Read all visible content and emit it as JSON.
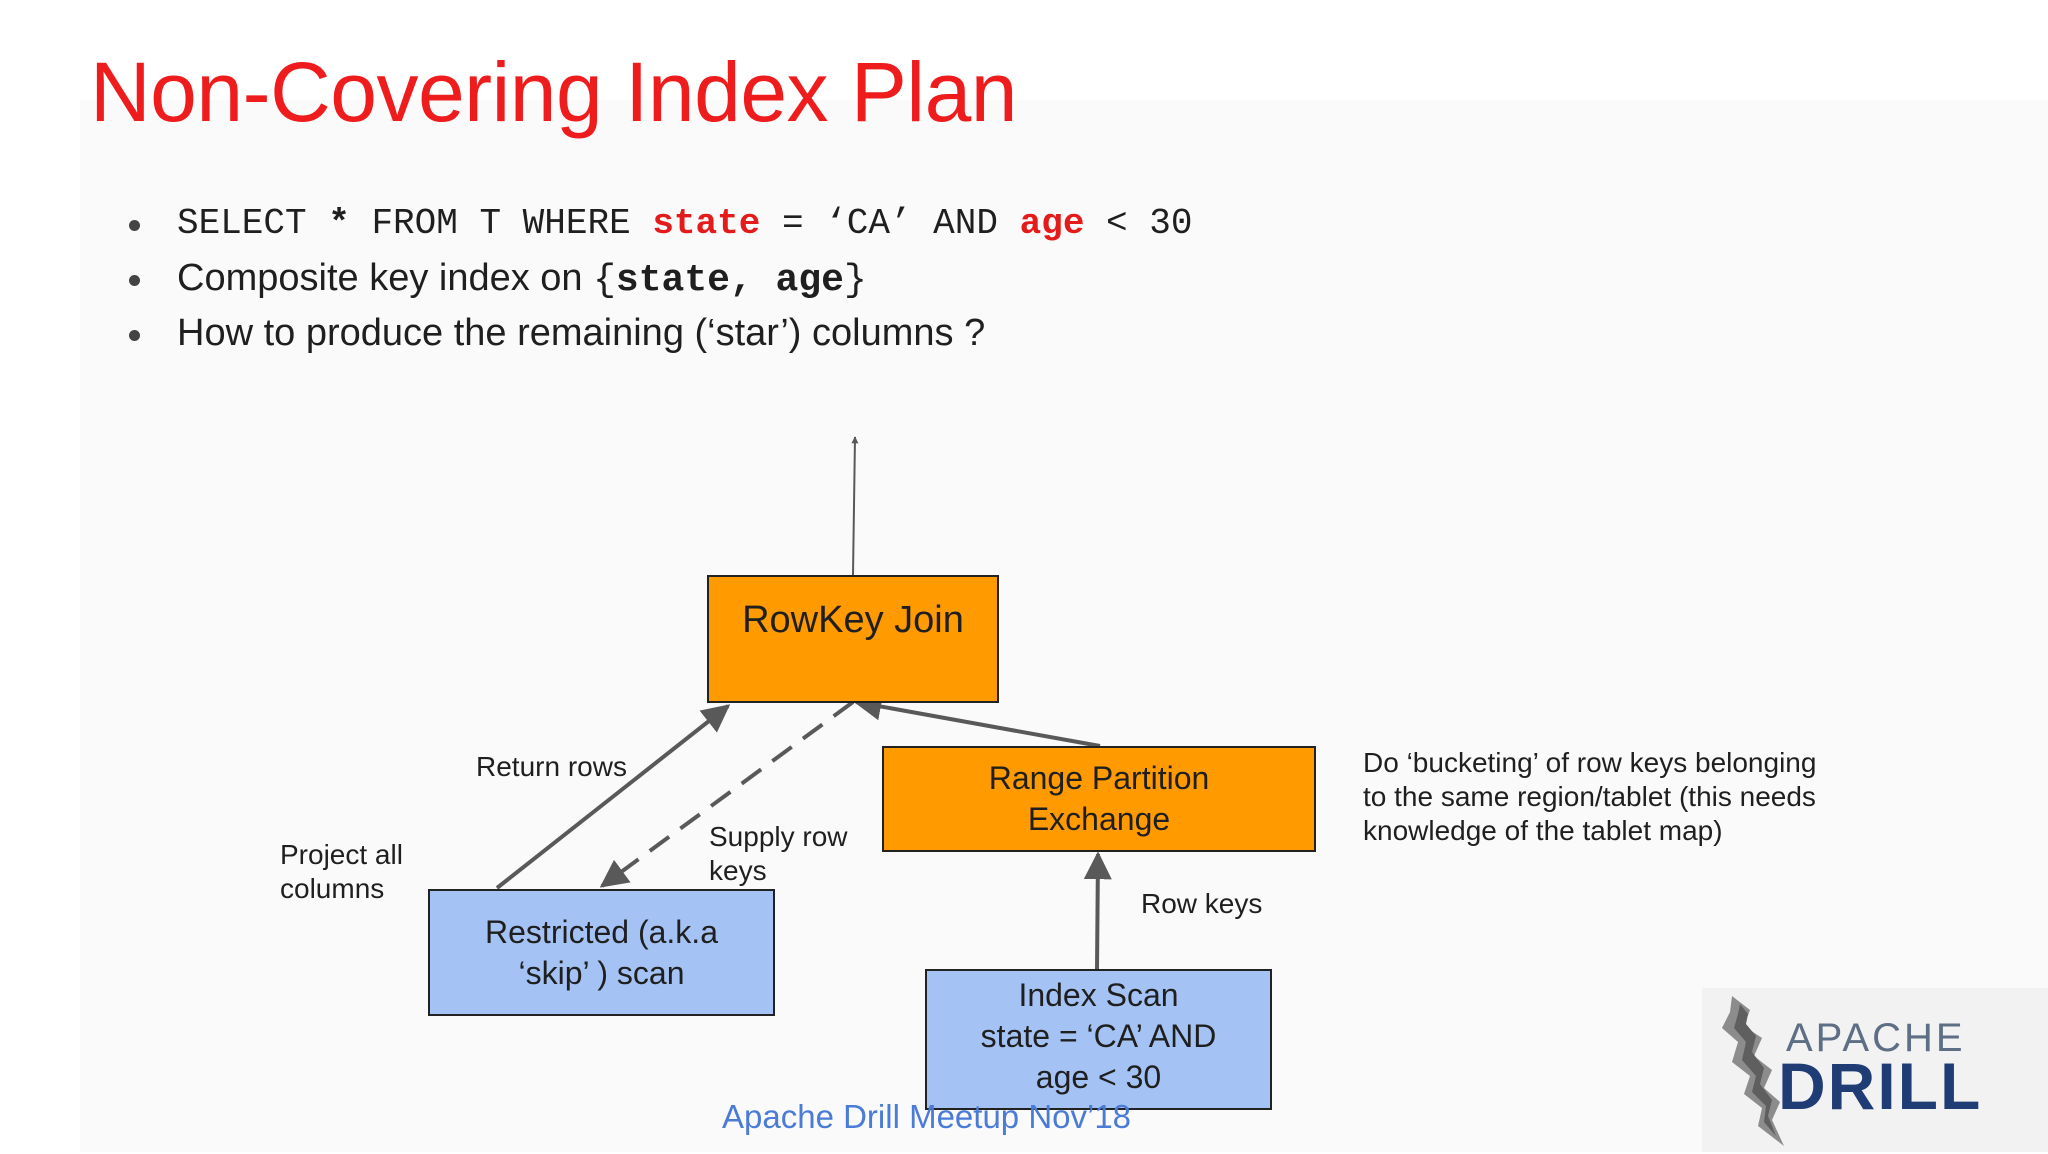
{
  "title": "Non-Covering Index Plan",
  "bullets": {
    "b1": {
      "select": "SELECT",
      "star": "*",
      "from_where": "FROM T WHERE",
      "state": "state",
      "eq_ca_and": "= ‘CA’ AND",
      "age": "age",
      "lt_30": "< 30"
    },
    "b2": {
      "prefix": "Composite key index on ",
      "open_brace": "{",
      "keys": "state, age",
      "close_brace": "}"
    },
    "b3": "How to produce the remaining (‘star’) columns ?"
  },
  "diagram": {
    "nodes": {
      "rowkey_join": [
        "RowKey Join"
      ],
      "range_partition": [
        "Range Partition",
        "Exchange"
      ],
      "restricted_scan": [
        "Restricted  (a.k.a",
        "‘skip’ ) scan"
      ],
      "index_scan": [
        "Index Scan",
        "state = ‘CA’ AND",
        "age < 30"
      ]
    },
    "labels": {
      "return_rows": "Return rows",
      "supply_row_keys": [
        "Supply row",
        "keys"
      ],
      "project_all": [
        "Project all",
        "columns"
      ],
      "row_keys": "Row keys",
      "bucketing_note": [
        "Do ‘bucketing’ of row keys belonging",
        "to the same region/tablet (this needs",
        "knowledge of the tablet map)"
      ]
    },
    "colors": {
      "orange": "#ff9a00",
      "blue": "#a4c2f4",
      "arrow": "#595959",
      "title": "#ee1c1c"
    }
  },
  "footer": "Apache Drill Meetup Nov’18",
  "logo": {
    "line1": "APACHE",
    "line2": "DRILL"
  }
}
